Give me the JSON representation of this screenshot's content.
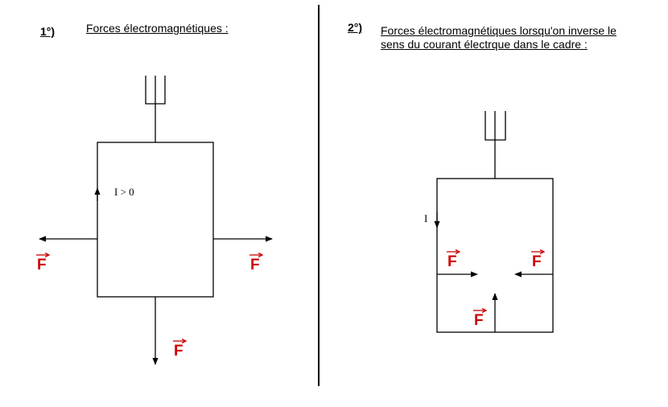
{
  "part1": {
    "number": "1°)",
    "title": "Forces électromagnétiques :",
    "current_label": "I > 0",
    "force_symbol": "F"
  },
  "part2": {
    "number": "2°)",
    "title_line1": "Forces électromagnétiques lorsqu'on inverse le",
    "title_line2": "sens du courant électrque dans le cadre :",
    "current_label": "I",
    "force_symbol": "F"
  },
  "colors": {
    "force": "#cc0000",
    "line": "#000000"
  }
}
